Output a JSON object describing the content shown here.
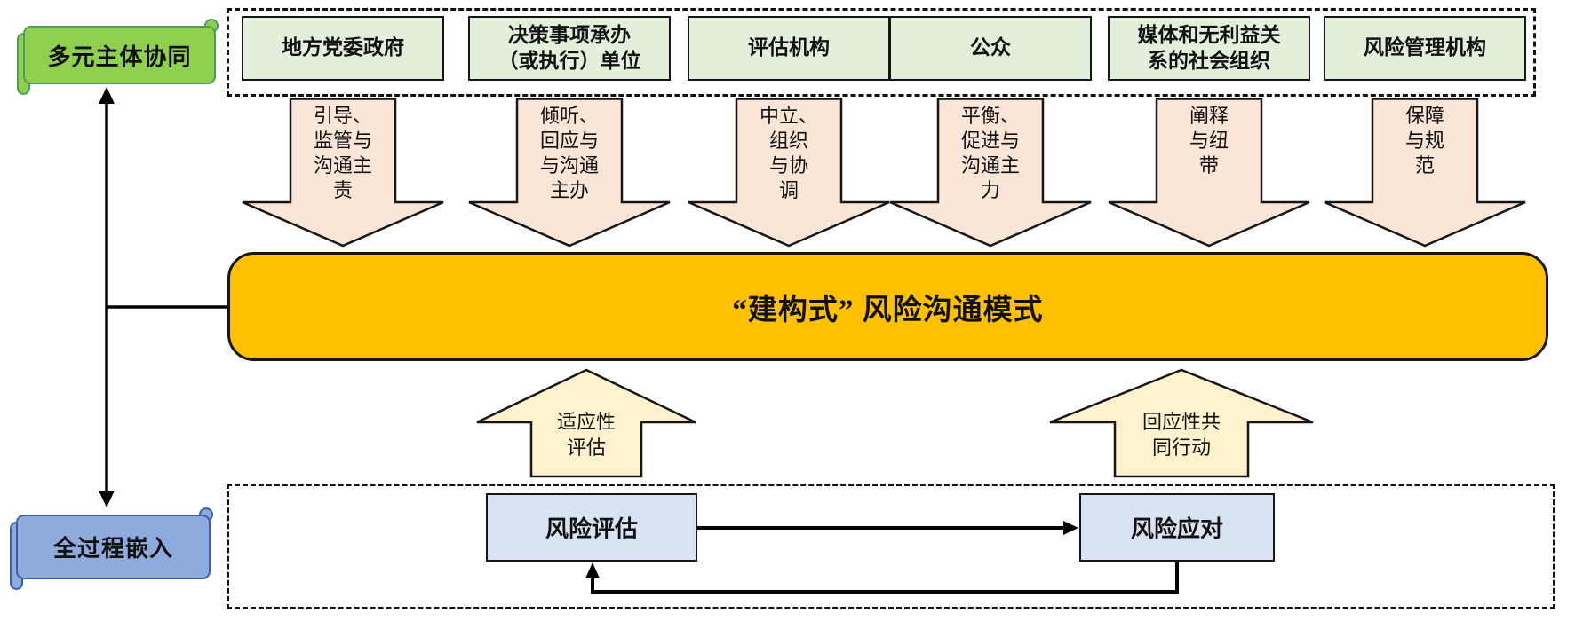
{
  "title_scrolls": {
    "top_label": "多元主体协同",
    "bottom_label": "全过程嵌入"
  },
  "actors": [
    {
      "label": "地方党委政府",
      "role": "引导、\n监管与\n沟通主\n责"
    },
    {
      "label": "决策事项承办\n（或执行）单位",
      "role": "倾听、\n回应与\n与沟通\n主办"
    },
    {
      "label": "评估机构",
      "role": "中立、\n组织\n与协\n调"
    },
    {
      "label": "公众",
      "role": "平衡、\n促进与\n沟通主\n力"
    },
    {
      "label": "媒体和无利益关\n系的社会组织",
      "role": "阐释\n与纽\n带"
    },
    {
      "label": "风险管理机构",
      "role": "保障\n与规\n范"
    }
  ],
  "banner": {
    "label": "“建构式” 风险沟通模式"
  },
  "feedback_arrows": {
    "assessment": "适应性\n评估",
    "action": "回应性共\n同行动"
  },
  "process": {
    "assessment_label": "风险评估",
    "response_label": "风险应对"
  },
  "colors": {
    "actor_box_fill": "#e2efda",
    "role_arrow_fill": "#fbe5d6",
    "banner_fill": "#ffc000",
    "up_arrow_fill": "#fff2cc",
    "process_box_fill": "#dae3f3",
    "scroll_top_fill": "#8fd14f",
    "scroll_top_border": "#4e9a5f",
    "scroll_bottom_fill": "#8faadc",
    "scroll_bottom_border": "#3b5ea8",
    "outline": "#161616",
    "line": "#000000"
  }
}
